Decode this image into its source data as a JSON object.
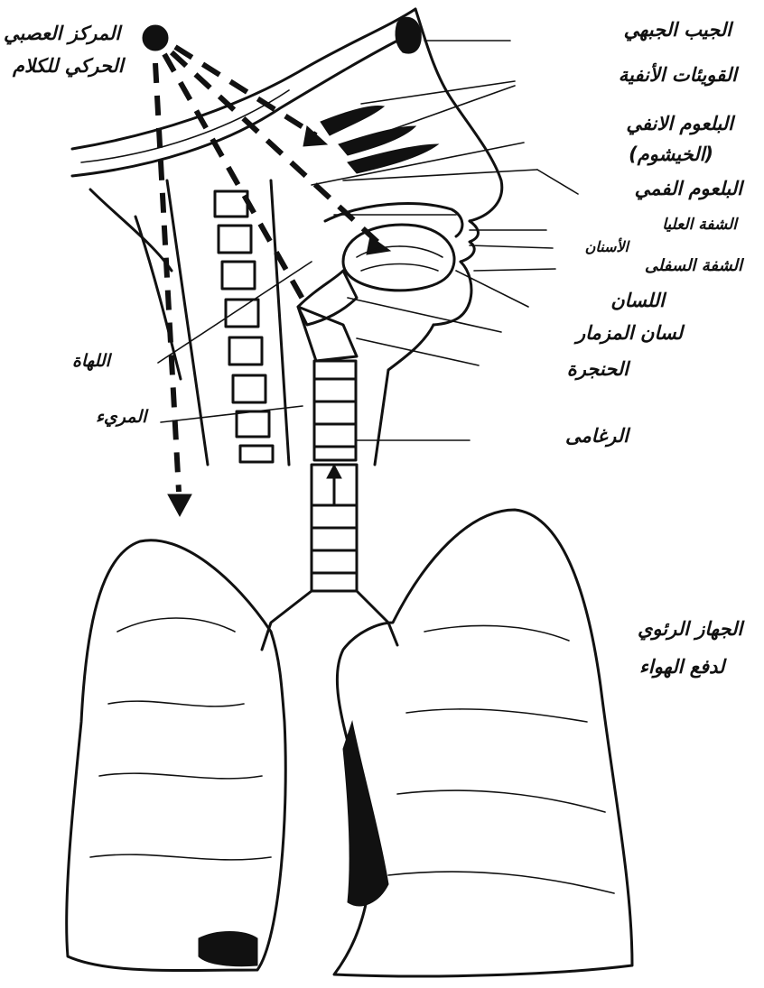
{
  "labels": {
    "sinus": "الجيب الجبهي",
    "turbinates": "القويئات الأنفية",
    "nasopharynx": "البلعوم الانفي",
    "nasopharynx_alt": "(الخيشوم)",
    "oropharynx": "البلعوم الفمي",
    "upper_lip": "الشفة العليا",
    "teeth": "الأسنان",
    "lower_lip": "الشفة السفلى",
    "tongue": "اللسان",
    "epiglottis": "لسان المزمار",
    "larynx": "الحنجرة",
    "trachea": "الرغامى",
    "uvula": "اللهاة",
    "esophagus": "المريء",
    "motor_center_1": "المركز العصبي",
    "motor_center_2": "الحركي للكلام",
    "pulmonary_1": "الجهاز الرئوي",
    "pulmonary_2": "لدفع الهواء"
  },
  "colors": {
    "ink": "#111111",
    "paper": "#ffffff"
  }
}
